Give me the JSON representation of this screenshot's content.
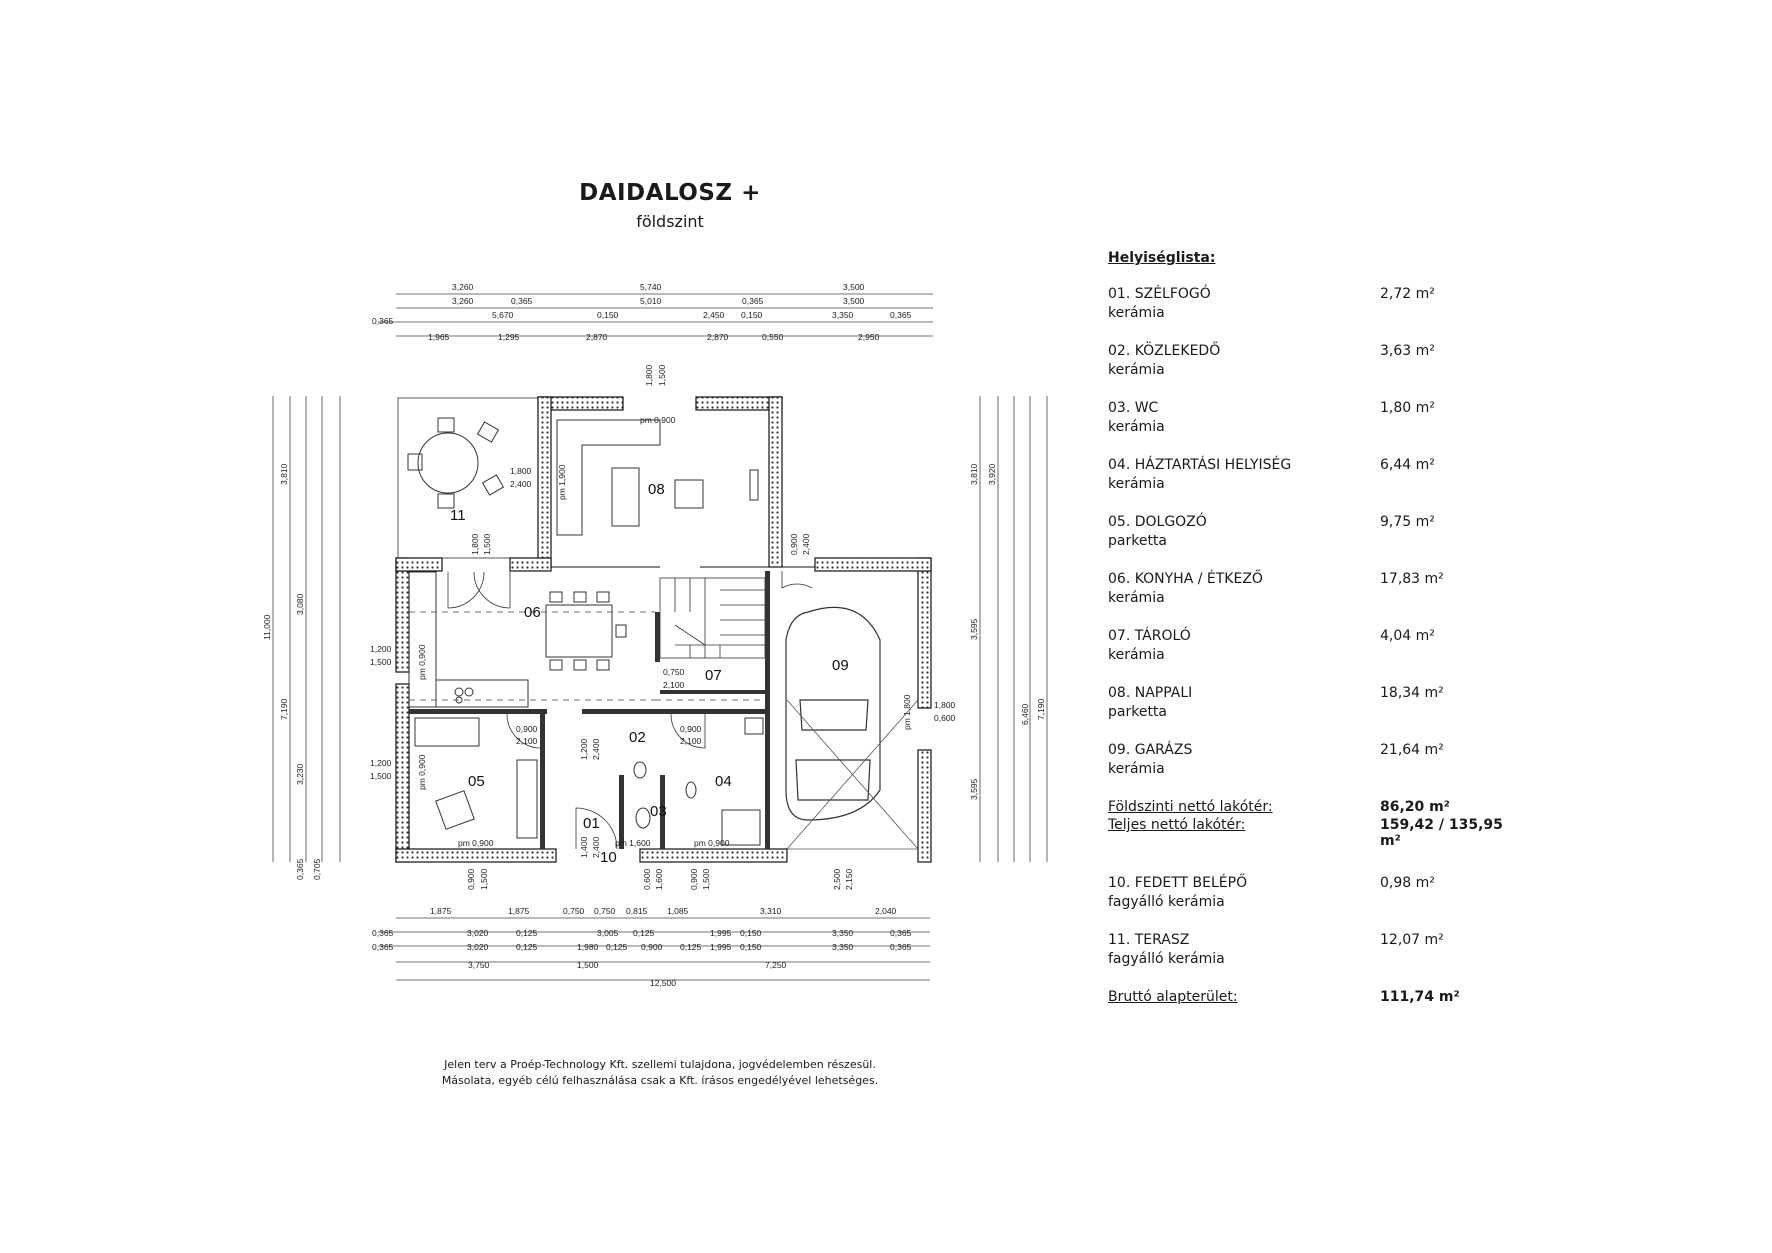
{
  "title": "DAIDALOSZ +",
  "subtitle": "földszint",
  "legend": {
    "heading": "Helyiséglista:",
    "rooms": [
      {
        "name": "01. SZÉLFOGÓ",
        "material": "kerámia",
        "area": "2,72 m²"
      },
      {
        "name": "02. KÖZLEKEDŐ",
        "material": "kerámia",
        "area": "3,63 m²"
      },
      {
        "name": "03. WC",
        "material": "kerámia",
        "area": "1,80 m²"
      },
      {
        "name": "04. HÁZTARTÁSI HELYISÉG",
        "material": "kerámia",
        "area": "6,44 m²"
      },
      {
        "name": "05. DOLGOZÓ",
        "material": "parketta",
        "area": "9,75 m²"
      },
      {
        "name": "06. KONYHA / ÉTKEZŐ",
        "material": "kerámia",
        "area": "17,83 m²"
      },
      {
        "name": "07. TÁROLÓ",
        "material": "kerámia",
        "area": "4,04 m²"
      },
      {
        "name": "08. NAPPALI",
        "material": "parketta",
        "area": "18,34 m²"
      },
      {
        "name": "09. GARÁZS",
        "material": "kerámia",
        "area": "21,64 m²"
      }
    ],
    "net_ground_label": "Földszinti nettó lakótér:",
    "net_ground_value": "86,20 m²",
    "net_total_label": "Teljes nettó lakótér:",
    "net_total_value": "159,42 / 135,95 m²",
    "outdoor": [
      {
        "name": "10. FEDETT BELÉPŐ",
        "material": "fagyálló kerámia",
        "area": "0,98 m²"
      },
      {
        "name": "11. TERASZ",
        "material": "fagyálló kerámia",
        "area": "12,07 m²"
      }
    ],
    "gross_label": "Bruttó alapterület:",
    "gross_value": "111,74 m²"
  },
  "copyright": {
    "line1": "Jelen terv a Proép-Technology Kft. szellemi tulajdona, jogvédelemben részesül.",
    "line2": "Másolata, egyéb célú felhasználása csak a Kft. írásos engedélyével lehetséges."
  },
  "plan": {
    "room_numbers": [
      "01",
      "02",
      "03",
      "04",
      "05",
      "06",
      "07",
      "08",
      "09",
      "10",
      "11"
    ],
    "top_dims": {
      "row1": [
        "3,260",
        "5,740",
        "3,500"
      ],
      "row2": [
        "3,260",
        "0,365",
        "5,010",
        "0,365",
        "3,500"
      ],
      "row3": [
        "0,365",
        "5,670",
        "0,150",
        "2,450",
        "0,150",
        "3,350",
        "0,365"
      ],
      "row4": [
        "1,965",
        "1,295",
        "2,870",
        "2,870",
        "0,550",
        "2,950"
      ]
    },
    "bottom_dims": {
      "row1": [
        "1,875",
        "1,875",
        "0,750",
        "0,750",
        "0,815",
        "1,085",
        "3,310",
        "2,040"
      ],
      "row2": [
        "0,365",
        "3,020",
        "0,125",
        "3,005",
        "0,125",
        "1,995",
        "0,150",
        "3,350",
        "0,365"
      ],
      "row3": [
        "0,365",
        "3,020",
        "0,125",
        "1,980",
        "0,125",
        "0,900",
        "0,125",
        "1,995",
        "0,150",
        "3,350",
        "0,365"
      ],
      "row4": [
        "3,750",
        "1,500",
        "7,250"
      ],
      "row5": [
        "12,500"
      ]
    },
    "left_dims": [
      "11,000",
      "3,810",
      "7,190",
      "3,080",
      "3,230",
      "0,365",
      "0,705"
    ],
    "right_dims": [
      "3,810",
      "7,190",
      "3,920",
      "3,595",
      "3,595",
      "6,460"
    ],
    "openings": [
      "1,800",
      "1,500",
      "1,800",
      "2,400",
      "1,200",
      "1,500",
      "1,200",
      "1,500",
      "0,900",
      "2,100",
      "0,900",
      "2,100",
      "0,750",
      "2,100",
      "1,200",
      "2,400",
      "1,400",
      "2,400",
      "0,900",
      "1,500",
      "0,600",
      "1,600",
      "0,900",
      "1,500",
      "2,500",
      "2,150",
      "1,800",
      "0,600",
      "0,900",
      "2,400",
      "1,800",
      "1,500"
    ],
    "parapets": [
      "pm 0,900",
      "pm 0,900",
      "pm 1,900",
      "pm 0,900",
      "pm 0,900",
      "pm 0,900",
      "pm 1,600",
      "pm 1,800"
    ]
  }
}
